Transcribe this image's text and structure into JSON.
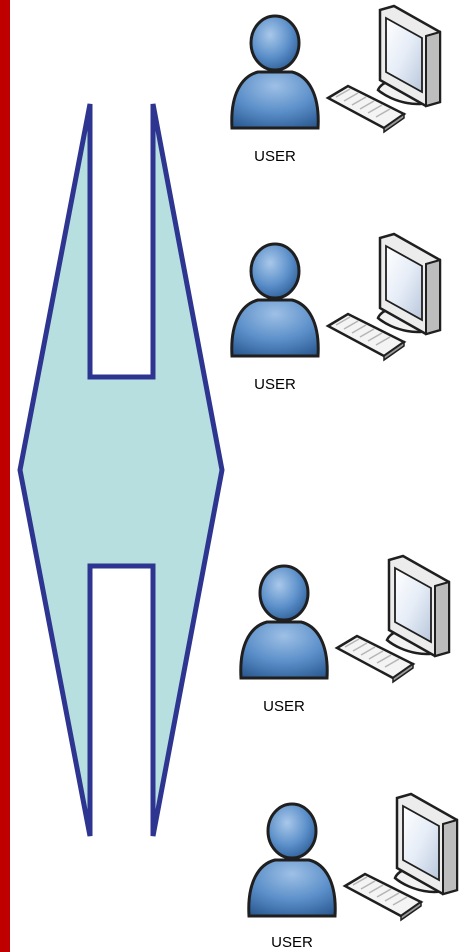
{
  "colors": {
    "border_bar": "#c00000",
    "connector_fill": "#b7dfe0",
    "connector_stroke": "#2e3590",
    "user_body": "#5b8fc9",
    "user_outline": "#1f1f1f"
  },
  "users": [
    {
      "label": "USER",
      "icons": [
        "user-icon",
        "computer-monitor-icon",
        "keyboard-icon"
      ]
    },
    {
      "label": "USER",
      "icons": [
        "user-icon",
        "computer-monitor-icon",
        "keyboard-icon"
      ]
    },
    {
      "label": "USER",
      "icons": [
        "user-icon",
        "computer-monitor-icon",
        "keyboard-icon"
      ]
    },
    {
      "label": "USER",
      "icons": [
        "user-icon",
        "computer-monitor-icon",
        "keyboard-icon"
      ]
    }
  ]
}
